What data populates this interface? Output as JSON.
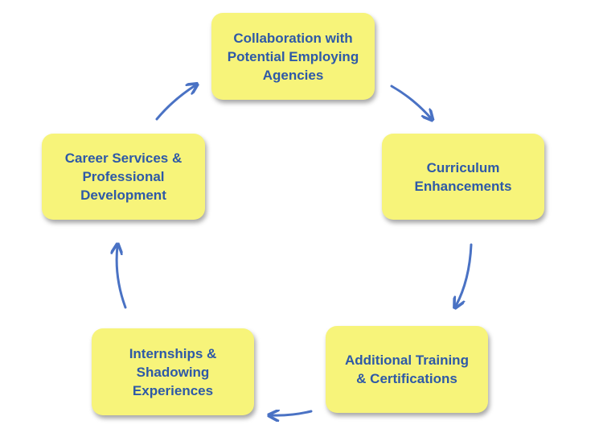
{
  "diagram": {
    "nodes": [
      {
        "id": "collaboration",
        "label": "Collaboration with\nPotential Employing\nAgencies"
      },
      {
        "id": "curriculum",
        "label": "Curriculum\nEnhancements"
      },
      {
        "id": "training",
        "label": "Additional Training\n& Certifications"
      },
      {
        "id": "internships",
        "label": "Internships &\nShadowing\nExperiences"
      },
      {
        "id": "career",
        "label": "Career Services &\nProfessional\nDevelopment"
      }
    ],
    "flow": [
      "collaboration",
      "curriculum",
      "training",
      "internships",
      "career",
      "collaboration"
    ],
    "colors": {
      "box_fill": "#f7f47a",
      "text": "#2e59a7",
      "arrow": "#4a72c4"
    }
  }
}
